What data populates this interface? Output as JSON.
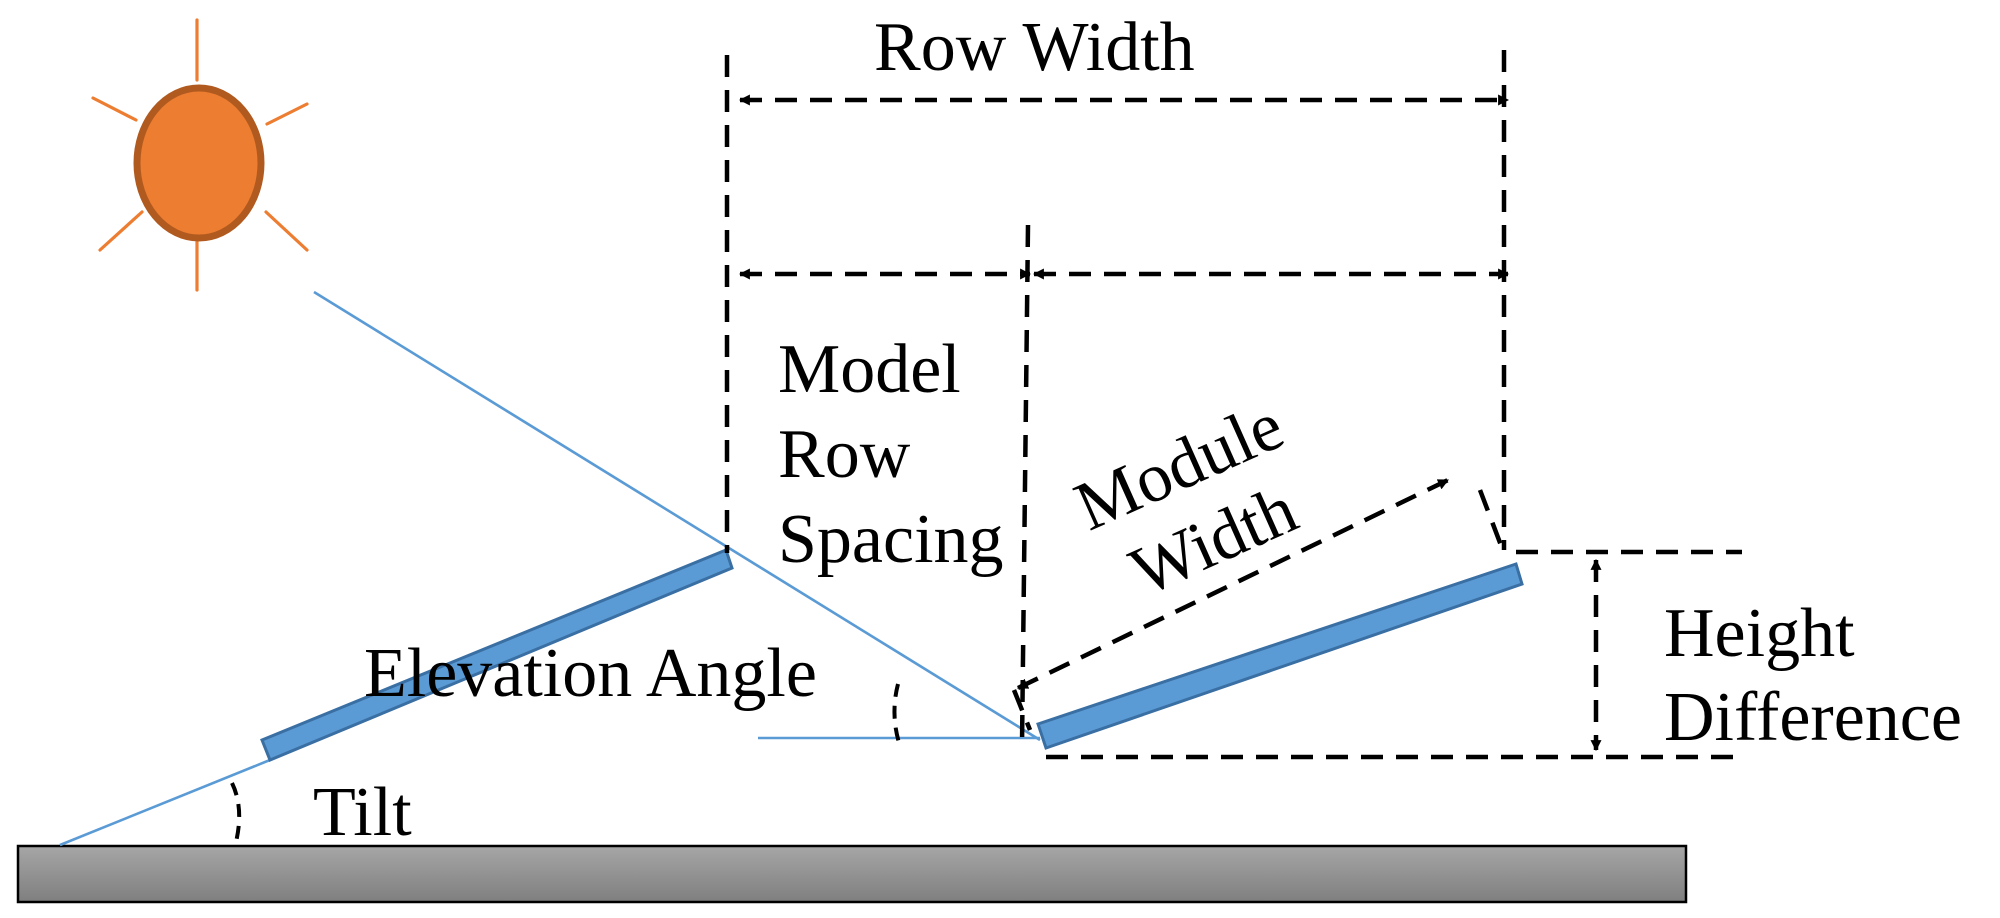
{
  "labels": {
    "row_width": "Row Width",
    "model_row_spacing": [
      "Model",
      "Row",
      "Spacing"
    ],
    "module_width": [
      "Module",
      "Width"
    ],
    "height_difference": [
      "Height",
      "Difference"
    ],
    "elevation_angle": "Elevation Angle",
    "tilt": "Tilt"
  },
  "colors": {
    "sun_fill": "#ED7D31",
    "sun_stroke": "#B15A1F",
    "sun_rays": "#ED7D31",
    "panel_fill": "#5B9BD5",
    "panel_stroke": "#3A6FA3",
    "light_ray": "#5B9BD5",
    "ground_top": "#A6A6A6",
    "ground_bottom": "#7F7F7F"
  }
}
